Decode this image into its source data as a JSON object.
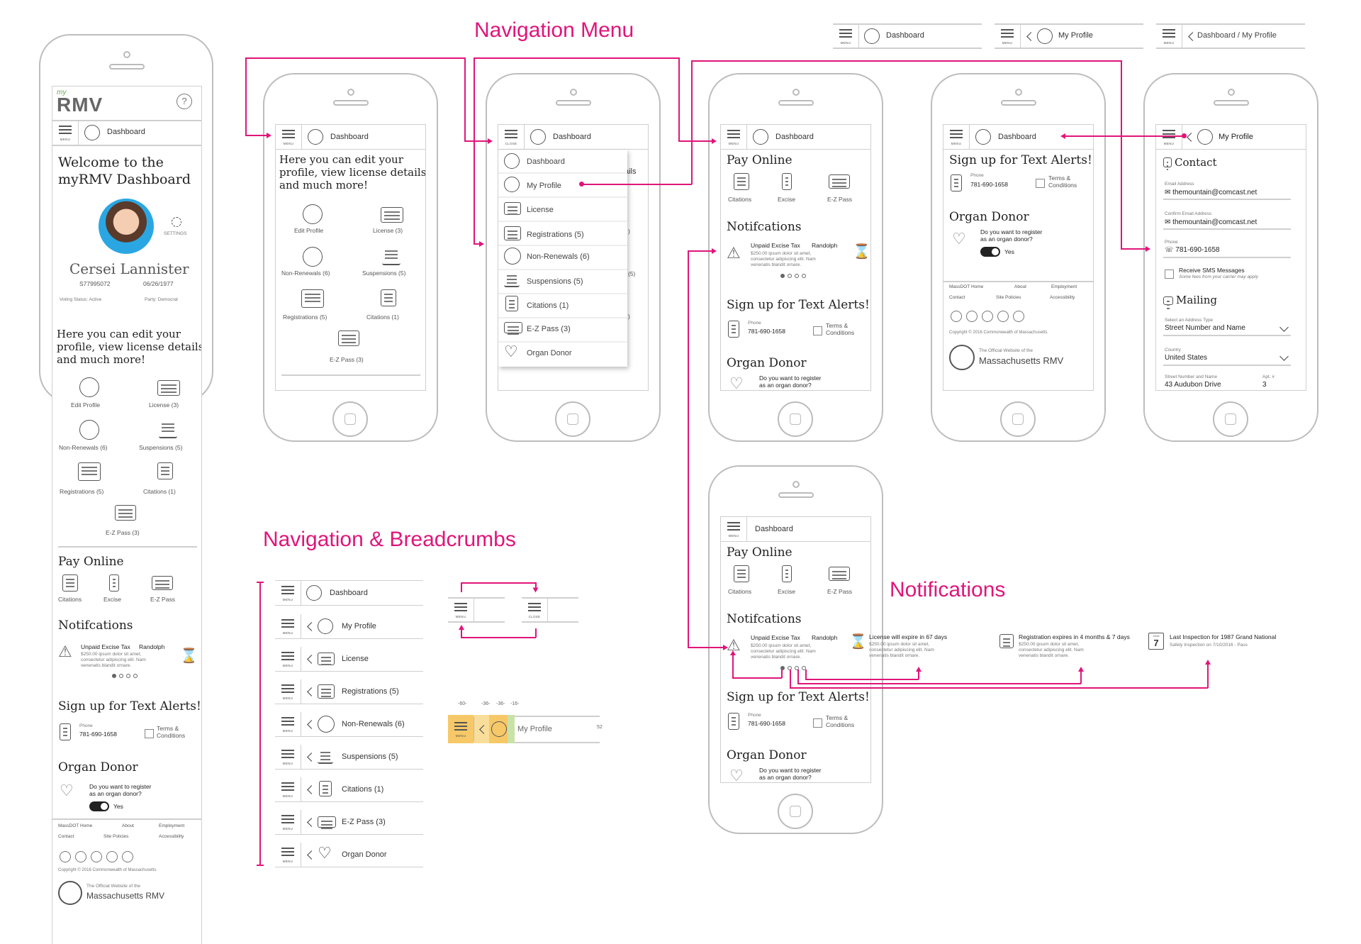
{
  "section_titles": {
    "navigation_menu": "Navigation Menu",
    "navigation_breadcrumbs": "Navigation & Breadcrumbs",
    "notifications": "Notifications"
  },
  "common": {
    "menu": "MENU",
    "close": "CLOSE",
    "dashboard": "Dashboard",
    "my_profile": "My Profile",
    "breadcrumb_sep": "/",
    "intro": [
      "Here you can edit your",
      "profile, view license details",
      "and much more!"
    ]
  },
  "top_breadcrumbs": {
    "b1": "Dashboard",
    "b2": "My Profile",
    "b3_parent": "Dashboard",
    "b3_sep": "/",
    "b3_child": "My Profile"
  },
  "tall_phone": {
    "logo_my": "my",
    "logo_rmv": "RMV",
    "help": "?",
    "welcome": [
      "Welcome to the",
      "myRMV Dashboard"
    ],
    "settings": "SETTINGS",
    "name": "Cersei Lannister",
    "id": "S77995072",
    "dob": "06/26/1977",
    "voting": "Voting Status: Active",
    "party": "Party: Democrat"
  },
  "tiles": {
    "edit_profile": "Edit Profile",
    "license": "License (3)",
    "non_renewals": "Non-Renewals (6)",
    "suspensions": "Suspensions (5)",
    "registrations": "Registrations (5)",
    "citations": "Citations (1)",
    "ez_pass": "E-Z Pass (3)"
  },
  "menu_items": {
    "dashboard": "Dashboard",
    "my_profile": "My Profile",
    "license": "License",
    "registrations": "Registrations (5)",
    "non_renewals": "Non-Renewals (6)",
    "suspensions": "Suspensions (5)",
    "citations": "Citations (1)",
    "ez_pass": "E-Z Pass (3)",
    "organ_donor": "Organ Donor"
  },
  "pay_online": {
    "title": "Pay Online",
    "citations": "Citations",
    "excise": "Excise",
    "ez_pass": "E-Z Pass"
  },
  "notifications": {
    "title": "Notifcations",
    "item_title": "Unpaid Excise Tax",
    "item_town": "Randolph",
    "item_body": [
      "$250.00 ipsum dolor sit amet,",
      "consectetur adipiscing elit. Nam",
      "venenatis blandit ornare."
    ],
    "n2": "License will expire in 67 days",
    "n3": "Registration expires in 4 months & 7 days",
    "n4": "Last Inspection for 1987 Grand National",
    "n4_sub": "Safety Inspection on 7/10/2016 - Pass",
    "cal_day": "7",
    "cal_year": "2016"
  },
  "text_alerts": {
    "title": "Sign up for Text Alerts!",
    "phone_label": "Phone",
    "phone": "781-690-1658",
    "terms": [
      "Terms &",
      "Conditions"
    ]
  },
  "organ_donor": {
    "title": "Organ Donor",
    "question": [
      "Do you want to register",
      "as an organ donor?"
    ],
    "yes": "Yes"
  },
  "footer": {
    "links": [
      "MassDOT Home",
      "About",
      "Employment",
      "Contact",
      "Site Policies",
      "Accessibility"
    ],
    "copyright": "Copyright © 2016 Commonwealth of Massachusetts",
    "official": "The Official Website of the",
    "rmv": "Massachusetts RMV"
  },
  "profile": {
    "contact": "Contact",
    "email_label": "Email Address",
    "email": "themountain@comcast.net",
    "confirm_label": "Confirm Email Address",
    "confirm": "themountain@comcast.net",
    "phone_label": "Phone",
    "phone": "781-690-1658",
    "sms": "Receive SMS Messages",
    "sms_sub": "Some fees from your carrier may apply",
    "mailing": "Mailing",
    "addr_type_label": "Select an Address Type",
    "addr_type": "Street Number and Name",
    "country_label": "Country",
    "country": "United States",
    "street_label": "Street Number and Name",
    "street": "43 Audubon Drive",
    "apt_label": "Apt. #",
    "apt": "3"
  },
  "bc_list": [
    "Dashboard",
    "My Profile",
    "License",
    "Registrations (5)",
    "Non-Renewals (6)",
    "Suspensions (5)",
    "Citations (1)",
    "E-Z Pass (3)",
    "Organ Donor"
  ],
  "measure": {
    "m1": "-60-",
    "m2": "-36-",
    "m3": "-36-",
    "m4": "-16-",
    "label": "My Profile",
    "m5": "52"
  }
}
